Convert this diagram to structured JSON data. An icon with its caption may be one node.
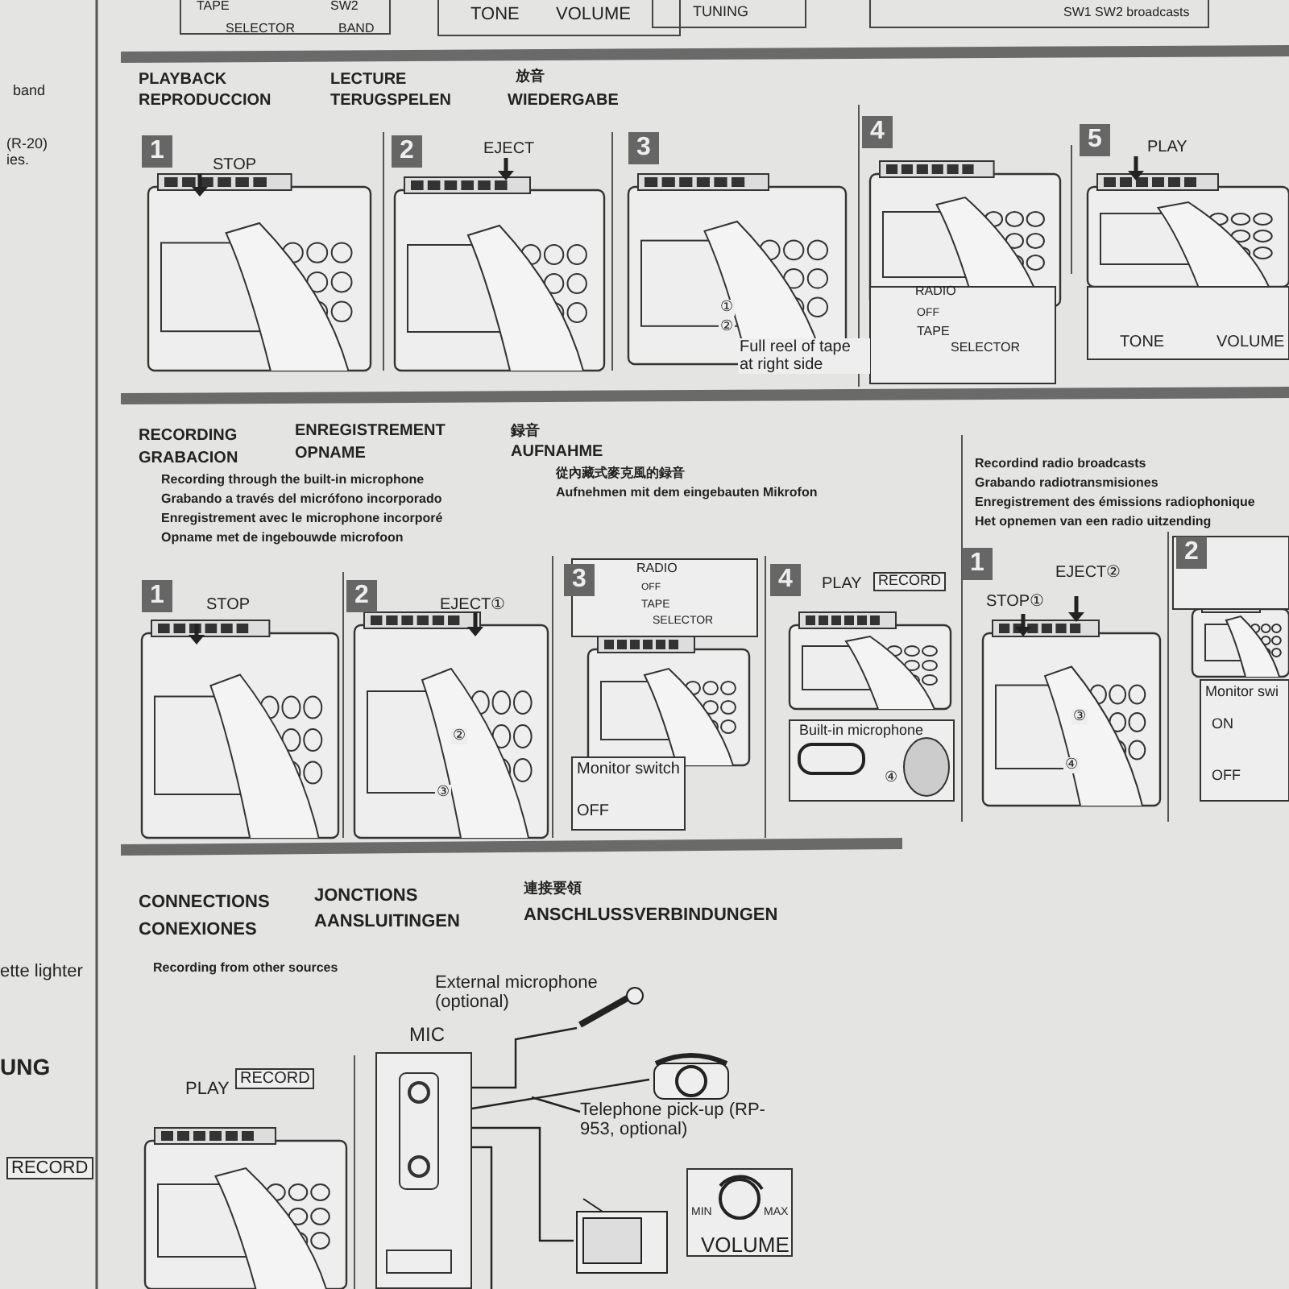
{
  "diagram": {
    "nodes": [
      {
        "text": [],
        "shape": "picture",
        "beside": [
          "External microphone (optional)"
        ]
      },
      {
        "text": [],
        "shape": "picture",
        "beside": [
          "Telephone pick-up (RP-953, optional)"
        ]
      },
      {
        "text": [],
        "shape": "picture"
      },
      {
        "text": [
          "MIC"
        ]
      },
      {
        "text": [
          "VOLUME"
        ]
      }
    ],
    "edges": [
      {
        "from": 0,
        "to": 3,
        "arrow": "none"
      },
      {
        "from": 1,
        "to": 3,
        "arrow": "none"
      },
      {
        "from": 2,
        "to": 3,
        "arrow": "none"
      },
      {
        "from": 3,
        "to": null,
        "arrow": "none"
      },
      {
        "from": 1,
        "to": null,
        "arrow": "none"
      }
    ],
    "labels": [
      "TAPE",
      "SELECTOR",
      "SW2",
      "BAND",
      "TONE",
      "VOLUME",
      "TUNING",
      "SW1 SW2 broadcasts",
      "band",
      "(R-20)",
      "ies.",
      "PLAYBACK",
      "REPRODUCCION",
      "LECTURE",
      "TERUGSPELEN",
      "放音",
      "WIEDERGABE",
      "1",
      "STOP",
      "2",
      "EJECT",
      "3",
      "①",
      "②",
      "Full reel of tape at right side",
      "4",
      "RADIO",
      "OFF",
      "TAPE",
      "SELECTOR",
      "5",
      "PLAY",
      "TONE",
      "VOLUME",
      "RECORDING",
      "GRABACION",
      "ENREGISTREMENT",
      "OPNAME",
      "録音",
      "AUFNAHME",
      "Recording through the built-in microphone",
      "Grabando a través del micrófono incorporado",
      "Enregistrement avec le microphone incorporé",
      "Opname met de ingebouwde microfoon",
      "從內藏式麥克風的録音",
      "Aufnehmen mit dem eingebauten Mikrofon",
      "Recordind radio broadcasts",
      "Grabando radiotransmisiones",
      "Enregistrement des émissions radiophonique",
      "Het opnemen van een radio uitzending",
      "1",
      "STOP",
      "2",
      "EJECT①",
      "②",
      "③",
      "3",
      "RADIO",
      "OFF",
      "TAPE",
      "SELECTOR",
      "Monitor switch",
      "OFF",
      "4",
      "PLAY",
      "RECORD",
      "Built-in microphone",
      "④",
      "1",
      "STOP①",
      "EJECT②",
      "③",
      "④",
      "2",
      "Monitor swi",
      "ON",
      "OFF",
      "ette lighter",
      "UNG",
      "RECORD",
      "CONNECTIONS",
      "CONEXIONES",
      "JONCTIONS",
      "AANSLUITINGEN",
      "連接要領",
      "ANSCHLUSSVERBINDUNGEN",
      "Recording from other sources",
      "PLAY",
      "RECORD",
      "MIN",
      "MAX"
    ]
  }
}
